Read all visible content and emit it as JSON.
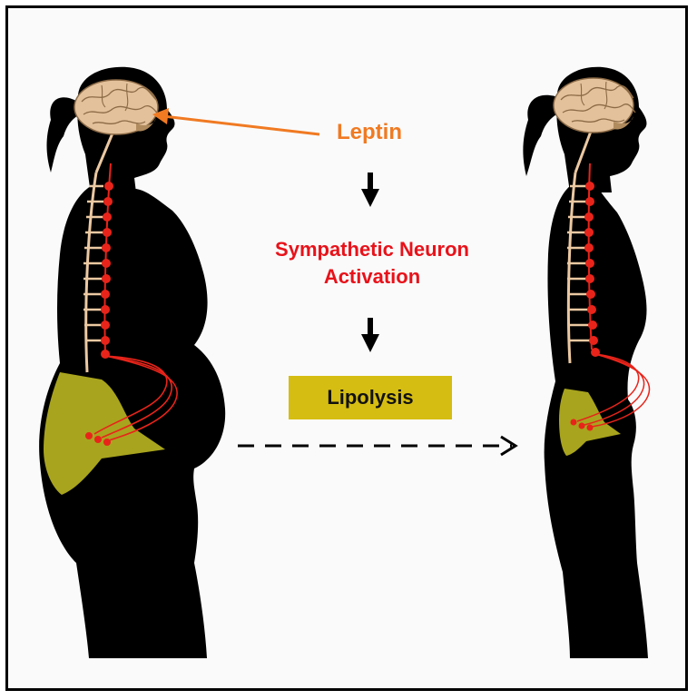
{
  "labels": {
    "leptin": "Leptin",
    "sympathetic_line1": "Sympathetic Neuron",
    "sympathetic_line2": "Activation",
    "lipolysis": "Lipolysis"
  },
  "colors": {
    "leptin": "#f07a22",
    "sympathetic": "#e8121a",
    "lipolysis_box": "#d6bd12",
    "silhouette": "#000000",
    "brain": "#e3c19b",
    "spine": "#ecc9a2",
    "neuron": "#e8241a",
    "fat_tissue": "#a8a41e",
    "arrow": "#000000"
  },
  "icons": {
    "left_figure": "obese-woman-silhouette-icon",
    "right_figure": "lean-woman-silhouette-icon",
    "brain": "brain-icon"
  }
}
